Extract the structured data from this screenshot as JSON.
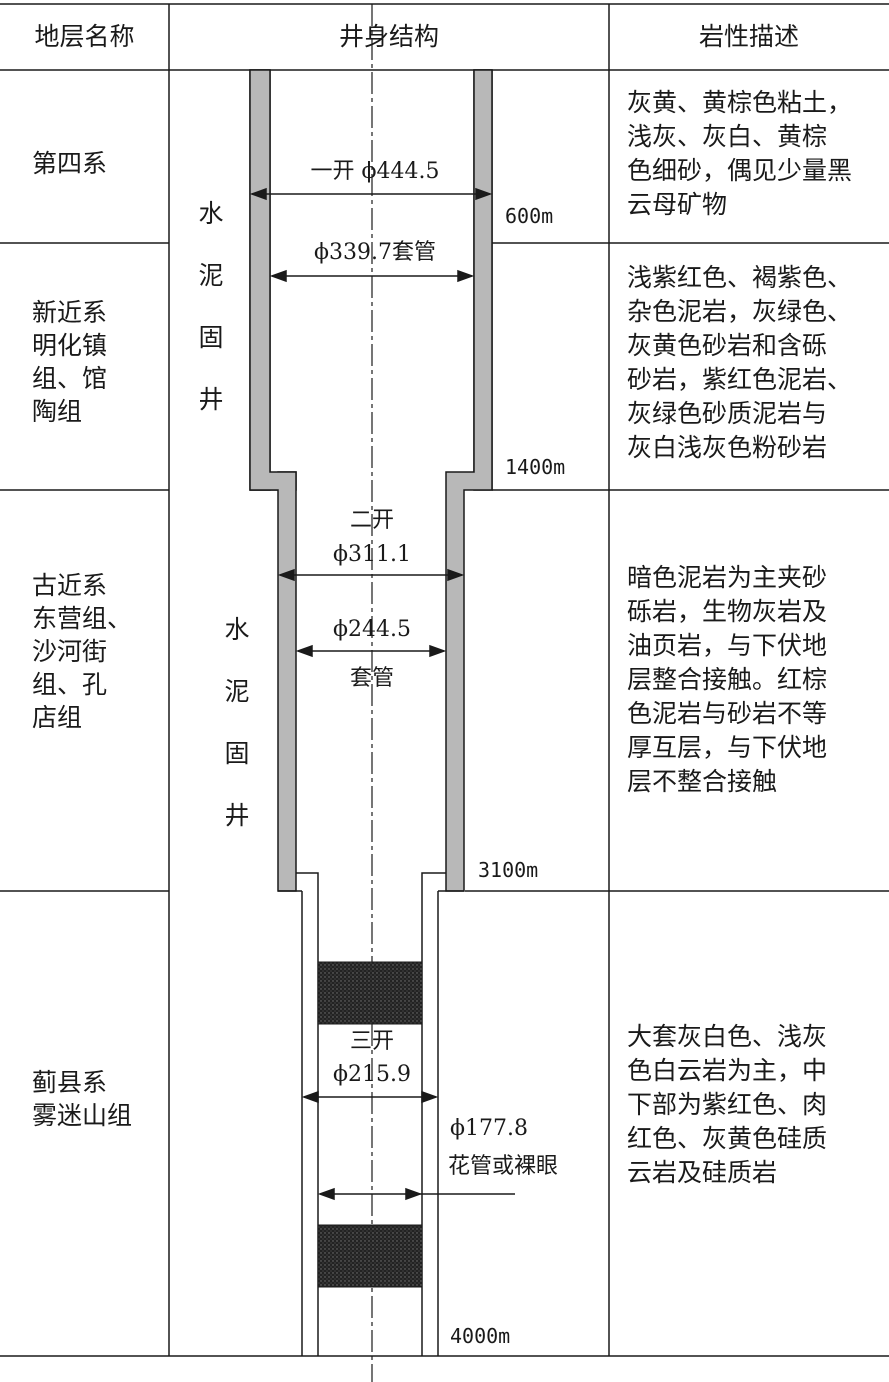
{
  "header": {
    "col_formation": "地层名称",
    "col_structure": "井身结构",
    "col_lithology": "岩性描述"
  },
  "layers": [
    {
      "name": "第四系",
      "description": [
        "灰黄、黄棕色粘土，",
        "浅灰、灰白、黄棕",
        "色细砂，偶见少量黑",
        "云母矿物"
      ]
    },
    {
      "name": "新近系明化镇组、馆陶组",
      "name_lines": [
        "新近系",
        "明化镇",
        "组、馆",
        "陶组"
      ],
      "description": [
        "浅紫红色、褐紫色、",
        "杂色泥岩，灰绿色、",
        "灰黄色砂岩和含砾",
        "砂岩，紫红色泥岩、",
        "灰绿色砂质泥岩与",
        "灰白浅灰色粉砂岩"
      ]
    },
    {
      "name": "古近系东营组、沙河街组、孔店组",
      "name_lines": [
        "古近系",
        "东营组、",
        "沙河街",
        "组、孔",
        "店组"
      ],
      "description": [
        "暗色泥岩为主夹砂",
        "砾岩，生物灰岩及",
        "油页岩，与下伏地",
        "层整合接触。红棕",
        "色泥岩与砂岩不等",
        "厚互层，与下伏地",
        "层不整合接触"
      ]
    },
    {
      "name": "蓟县系雾迷山组",
      "name_lines": [
        "蓟县系",
        "雾迷山组"
      ],
      "description": [
        "大套灰白色、浅灰",
        "色白云岩为主，中",
        "下部为紫红色、肉",
        "红色、灰黄色硅质",
        "云岩及硅质岩"
      ]
    }
  ],
  "well": {
    "cement_label_1": [
      "水",
      "泥",
      "固",
      "井"
    ],
    "cement_label_2": [
      "水",
      "泥",
      "固",
      "井"
    ],
    "spud1": "一开 ϕ444.5",
    "casing1": "ϕ339.7套管",
    "spud2_line1": "二开",
    "spud2_line2": "ϕ311.1",
    "casing2_line1": "ϕ244.5",
    "casing2_line2": "套管",
    "spud3_line1": "三开",
    "spud3_line2": "ϕ215.9",
    "liner_line1": "ϕ177.8",
    "liner_line2": "花管或裸眼",
    "depths": [
      "600m",
      "1400m",
      "3100m",
      "4000m"
    ]
  },
  "colors": {
    "casing_fill": "#b8b8b8",
    "line": "#1a1a1a",
    "screen_fill": "#3a3a3a"
  }
}
